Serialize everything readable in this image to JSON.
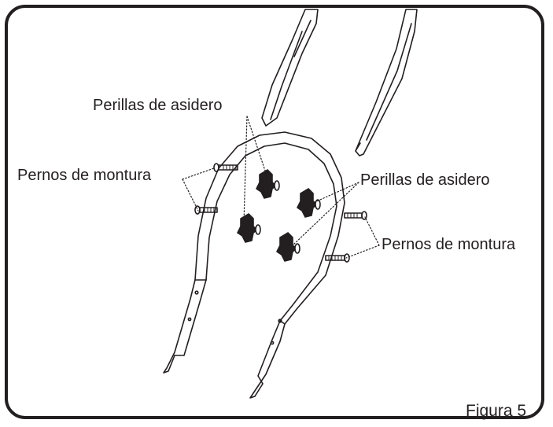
{
  "labels": {
    "handle_knobs_top": "Perillas de asidero",
    "mounting_bolts_left": "Pernos de montura",
    "handle_knobs_right": "Perillas de asidero",
    "mounting_bolts_right": "Pernos de montura"
  },
  "figure_caption": "Figura 5",
  "colors": {
    "ink": "#231f20",
    "background": "#ffffff"
  }
}
